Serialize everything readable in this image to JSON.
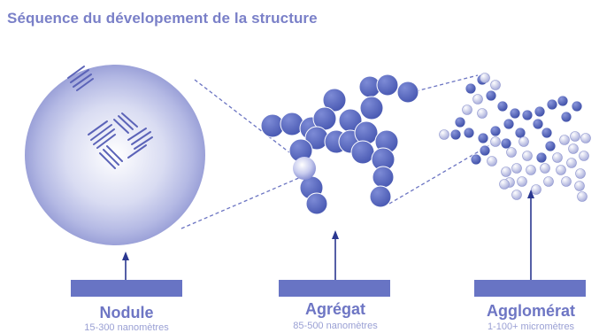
{
  "title": "Séquence du dévelopement de la structure",
  "stages": [
    {
      "name": "Nodule",
      "size": "15-300 nanomètres"
    },
    {
      "name": "Agrégat",
      "size": "85-500 nanomètres"
    },
    {
      "name": "Agglomérat",
      "size": "1-100+ micromètres"
    }
  ],
  "colors": {
    "title": "#7a80c8",
    "bead": "#5b6bc0",
    "bead_light": "#c9cde9",
    "arrow": "#2a3790",
    "bar": "#6874c4",
    "label": "#6e76c4",
    "sublabel": "#9aa0d4"
  }
}
